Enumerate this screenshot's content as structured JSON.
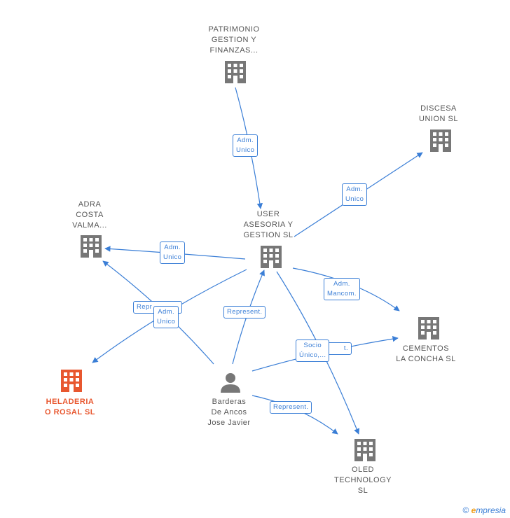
{
  "nodes": {
    "patrimonio": [
      "PATRIMONIO",
      "GESTION Y",
      "FINANZAS..."
    ],
    "discesa": [
      "DISCESA",
      "UNION SL"
    ],
    "user": [
      "USER",
      "ASESORIA Y",
      "GESTION SL"
    ],
    "adra": [
      "ADRA",
      "COSTA",
      "VALMA..."
    ],
    "cementos": [
      "CEMENTOS",
      "LA CONCHA SL"
    ],
    "heladeria": [
      "HELADERIA",
      "O ROSAL  SL"
    ],
    "barderas": [
      "Barderas",
      "De Ancos",
      "Jose Javier"
    ],
    "oled": [
      "OLED",
      "TECHNOLOGY",
      "SL"
    ]
  },
  "edge_labels": {
    "patrimonio_user": [
      "Adm.",
      "Unico"
    ],
    "user_discesa": [
      "Adm.",
      "Unico"
    ],
    "user_adra": [
      "Adm.",
      "Unico"
    ],
    "user_cementos": [
      "Adm.",
      "Mancom."
    ],
    "barderas_adra_hidden": [
      "Repr"
    ],
    "adra_heladeria": [
      "Adm.",
      "Unico"
    ],
    "barderas_user": [
      "Represent."
    ],
    "cementos_hidden": [
      "t."
    ],
    "socio": [
      "Socio",
      "Único,..."
    ],
    "barderas_oled": [
      "Represent."
    ]
  },
  "footer": {
    "copyright": "©",
    "brand_initial": "e",
    "brand_rest": "mpresia"
  },
  "colors": {
    "edge": "#3a7ed6",
    "building": "#777777",
    "main": "#e8572f"
  }
}
